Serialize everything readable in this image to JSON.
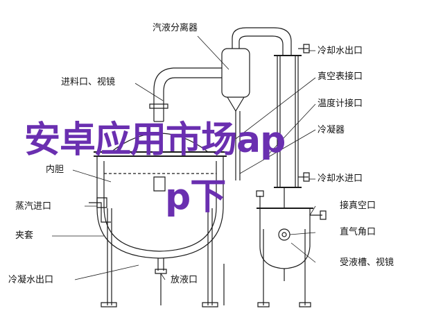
{
  "labels": {
    "separator": "汽液分离器",
    "cond_outlet": "冷却水出口",
    "feed_port": "进料口、视镜",
    "vacuum_port": "真空表接口",
    "thermo_port": "温度计接口",
    "condenser": "冷凝器",
    "inner_bladder": "内胆",
    "cool_inlet": "冷却水进口",
    "steam_inlet": "蒸汽进口",
    "vacuum_valve": "接真空口",
    "jacket": "夹套",
    "straight_valve": "直气角口",
    "receiver": "受液槽、视镜",
    "condensate_outlet": "冷凝水出口",
    "drain": "放液口"
  },
  "overlay": {
    "line1": "安卓应用市场ap",
    "line2": "p下"
  },
  "colors": {
    "line": "#1a1a1a",
    "overlay": "#6a2fb0"
  }
}
